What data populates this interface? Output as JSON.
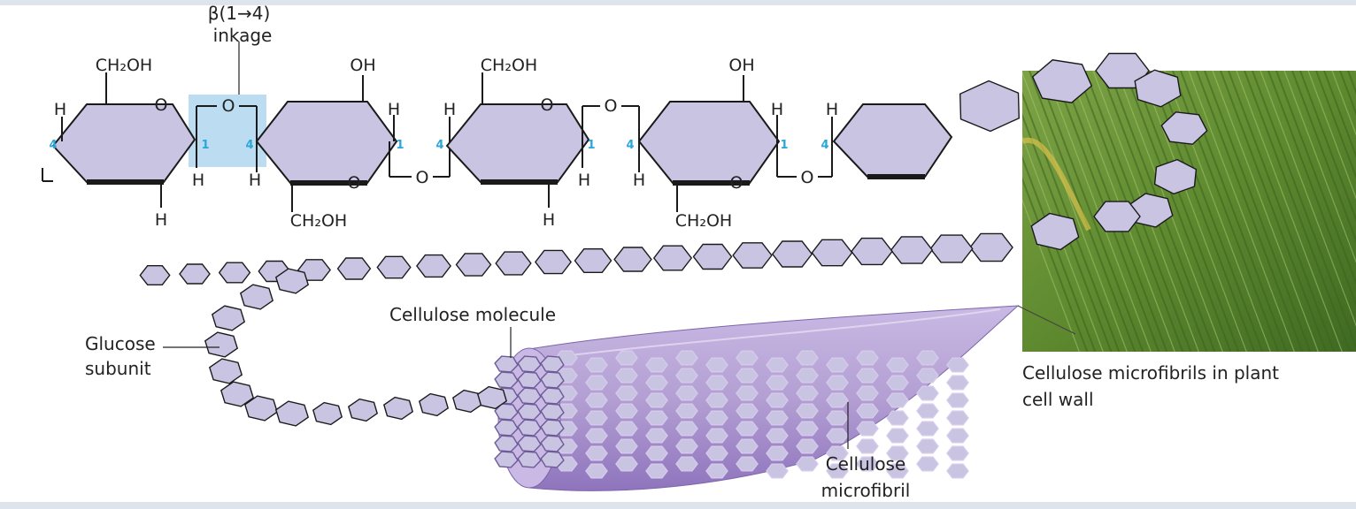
{
  "colors": {
    "frame": "#dde4ec",
    "ring_fill": "#c8c4e2",
    "ring_stroke": "#1a1a1a",
    "highlight": "#bcdcf2",
    "ring_number": "#2aa6d8",
    "micrograph": "#5f8a2f",
    "fibril": "#b39fd3"
  },
  "linkage": {
    "line1": "β(1→4)",
    "line2": "inkage"
  },
  "atoms": {
    "ch2oh": "CH₂OH",
    "oh": "OH",
    "h": "H",
    "o": "O"
  },
  "ring_numbers": {
    "one": "1",
    "four": "4"
  },
  "labels": {
    "glucose_subunit_line1": "Glucose",
    "glucose_subunit_line2": "subunit",
    "cellulose_molecule": "Cellulose molecule",
    "cellulose_microfibril_line1": "Cellulose",
    "cellulose_microfibril_line2": "microfibril",
    "plant_wall_line1": "Cellulose microfibrils in plant",
    "plant_wall_line2": "cell wall"
  },
  "icons": {
    "micrograph": "plant-cell-wall-micrograph",
    "microfibril": "microfibril-bundle-illustration"
  }
}
